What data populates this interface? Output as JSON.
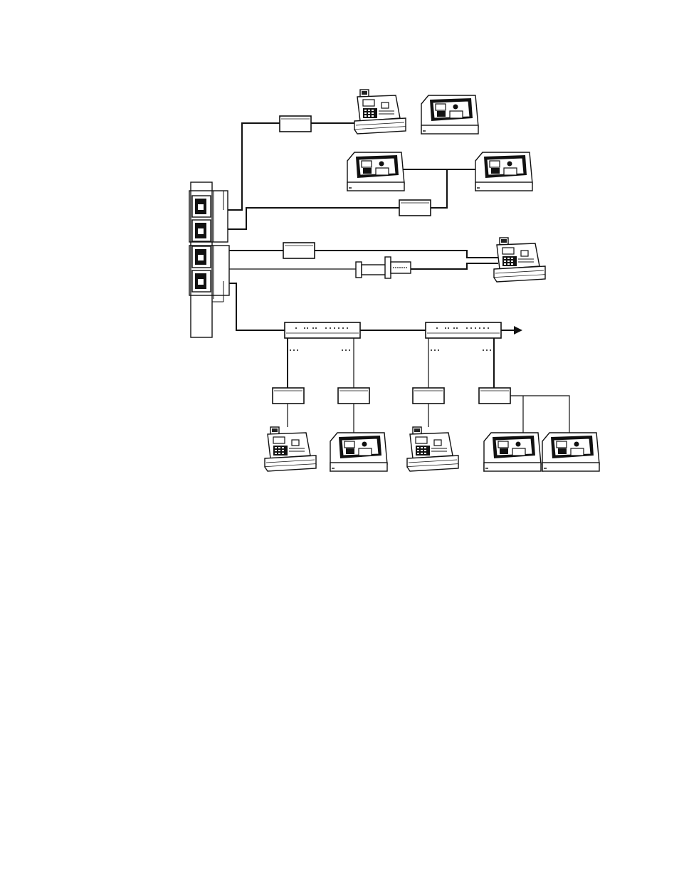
{
  "diagram": {
    "line_color": "#111111",
    "background": "#ffffff",
    "node_types": [
      "controller-panel",
      "cable-adapter",
      "pos-terminal",
      "printer",
      "db9-serial-connector",
      "network-hub"
    ],
    "arrow_direction": "right"
  }
}
